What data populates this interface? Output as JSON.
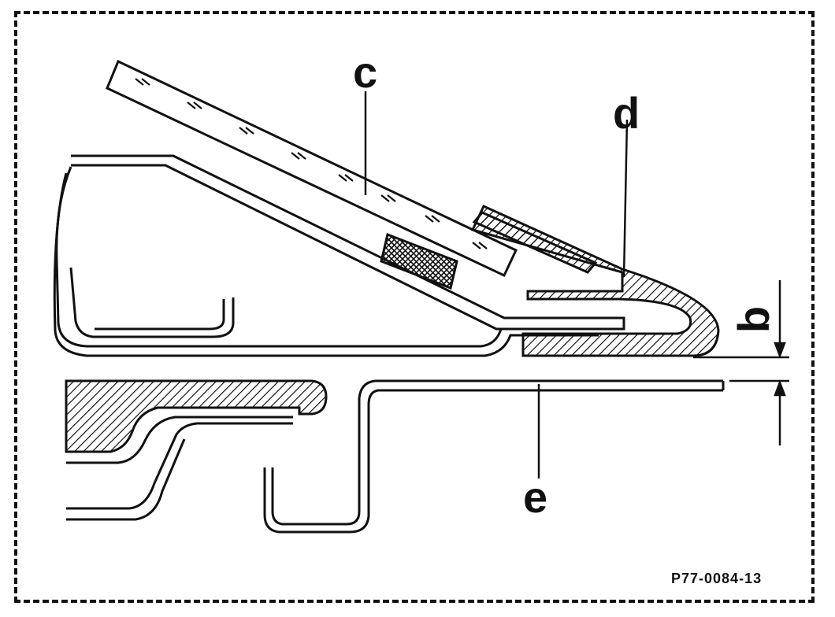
{
  "labels": {
    "c": "c",
    "d": "d",
    "e": "e",
    "b": "b"
  },
  "figure_code": "P77-0084-13"
}
